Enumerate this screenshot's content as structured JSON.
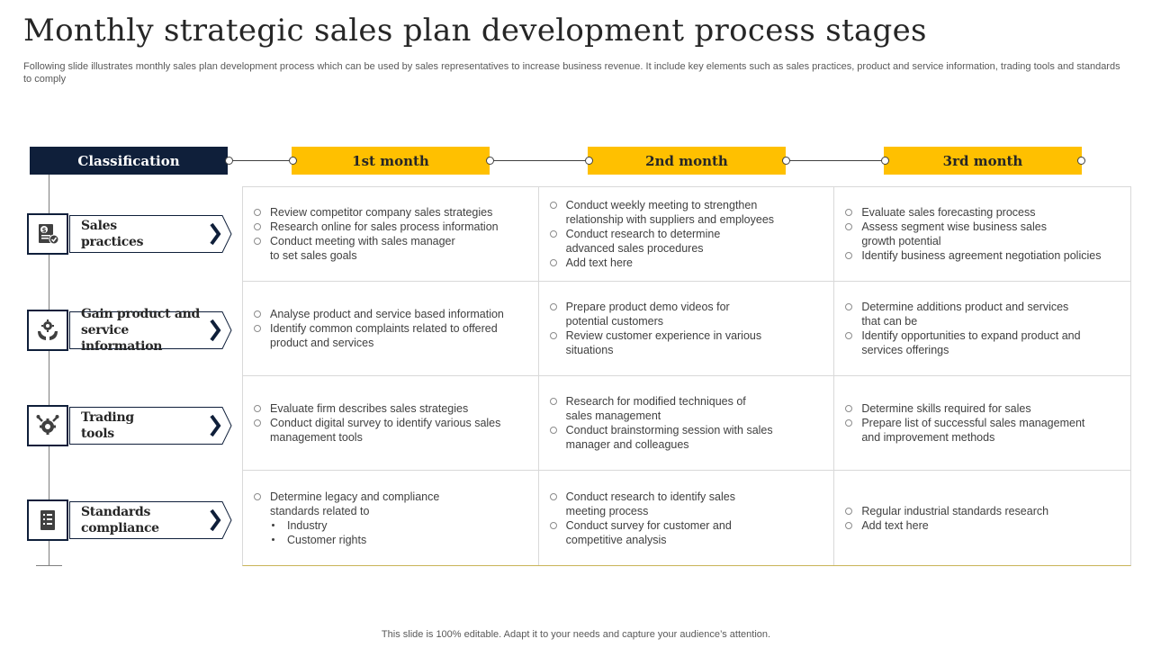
{
  "title": "Monthly strategic sales plan development process stages",
  "subtitle": "Following slide illustrates monthly sales plan development process which can be used by sales representatives to increase business revenue. It include key elements such as sales practices, product and service information, trading tools and standards to comply",
  "footer": "This slide is 100% editable. Adapt it to your needs and capture your audience’s attention.",
  "header": {
    "classification": "Classification",
    "months": [
      "1st month",
      "2nd month",
      "3rd month"
    ]
  },
  "colors": {
    "navy": "#0f1f3a",
    "accent": "#ffc000"
  },
  "categories": [
    {
      "label_lines": [
        "Sales",
        "practices"
      ],
      "icon": "sales-document-icon"
    },
    {
      "label_lines": [
        "Gain product and",
        "service information"
      ],
      "icon": "hands-gear-icon"
    },
    {
      "label_lines": [
        "Trading",
        "tools"
      ],
      "icon": "tools-gear-icon"
    },
    {
      "label_lines": [
        "Standards",
        "compliance"
      ],
      "icon": "checklist-icon"
    }
  ],
  "cells": [
    [
      [
        {
          "text": "Review  competitor company sales strategies"
        },
        {
          "text": "Research online for sales process information"
        },
        {
          "text": "Conduct meeting with sales manager",
          "cont": "to set sales goals"
        }
      ],
      [
        {
          "text": "Conduct weekly meeting to strengthen",
          "cont": "relationship with suppliers and employees"
        },
        {
          "text": "Conduct research to determine",
          "cont": "advanced  sales procedures"
        },
        {
          "text": "Add text here"
        }
      ],
      [
        {
          "text": "Evaluate  sales forecasting process"
        },
        {
          "text": "Assess segment wise business sales",
          "cont": "growth potential"
        },
        {
          "text": "Identify business agreement  negotiation policies"
        }
      ]
    ],
    [
      [
        {
          "text": "Analyse product and service  based information"
        },
        {
          "text": "Identify common complaints related to offered",
          "cont": "product and services"
        }
      ],
      [
        {
          "text": "Prepare product demo videos  for",
          "cont": "potential customers"
        },
        {
          "text": "Review  customer experience  in various",
          "cont": "situations"
        }
      ],
      [
        {
          "text": "Determine additions product and services",
          "cont": "that can be"
        },
        {
          "text": "Identify opportunities to expand product and",
          "cont": "services offerings"
        }
      ]
    ],
    [
      [
        {
          "text": "Evaluate  firm describes sales strategies"
        },
        {
          "text": "Conduct digital survey to identify various  sales",
          "cont": "management tools"
        }
      ],
      [
        {
          "text": "Research  for modified techniques  of",
          "cont": "sales management"
        },
        {
          "text": "Conduct brainstorming session with sales",
          "cont": "manager  and colleagues"
        }
      ],
      [
        {
          "text": "Determine skills required for sales"
        },
        {
          "text": "Prepare list of successful sales management",
          "cont": "and improvement  methods"
        }
      ]
    ],
    [
      [
        {
          "text": "Determine legacy and compliance",
          "cont": "standards related to"
        },
        {
          "text": "Industry",
          "sub": true
        },
        {
          "text": "Customer rights",
          "sub": true
        }
      ],
      [
        {
          "text": "Conduct research to identify sales",
          "cont": "meeting process"
        },
        {
          "text": "Conduct survey  for customer and",
          "cont": "competitive analysis"
        }
      ],
      [
        {
          "text": "Regular industrial standards research"
        },
        {
          "text": "Add text here"
        }
      ]
    ]
  ]
}
